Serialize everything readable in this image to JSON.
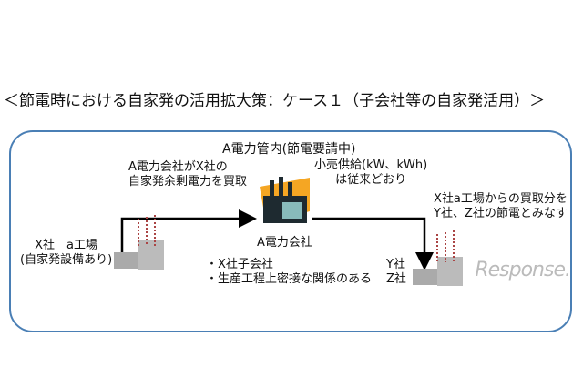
{
  "title": "＜節電時における自家発の活用拡大策：ケース１（子会社等の自家発活用）＞",
  "region_label": "A電力管内(節電要請中)",
  "purchase_note": [
    "A電力会社がX社の",
    "自家発余剰電力を買取"
  ],
  "retail_note": [
    "小売供給(kW、kWh)",
    "は従来どおり"
  ],
  "deemed_note": [
    "X社a工場からの買取分を",
    "Y社、Z社の節電とみなす"
  ],
  "power_company_label": "A電力会社",
  "x_factory_label": [
    "X社　a工場",
    "(自家発設備あり)"
  ],
  "relation_notes": [
    "・X社子会社",
    "・生産工程上密接な関係のある"
  ],
  "yz_labels": [
    "Y社",
    "Z社"
  ],
  "watermark": "Response.",
  "colors": {
    "frame": "#4a7fb5",
    "power_company_glow": "#f5a623"
  }
}
